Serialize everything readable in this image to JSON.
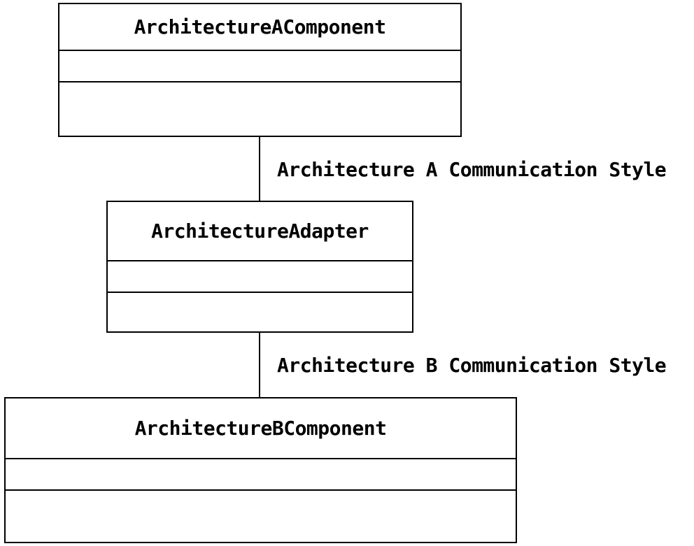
{
  "classes": {
    "top": {
      "name": "ArchitectureAComponent",
      "attributes": [],
      "methods": []
    },
    "middle": {
      "name": "ArchitectureAdapter",
      "attributes": [],
      "methods": []
    },
    "bottom": {
      "name": "ArchitectureBComponent",
      "attributes": [],
      "methods": []
    }
  },
  "connections": {
    "top_to_middle": {
      "label": "Architecture A Communication Style"
    },
    "middle_to_bottom": {
      "label": "Architecture B Communication Style"
    }
  }
}
